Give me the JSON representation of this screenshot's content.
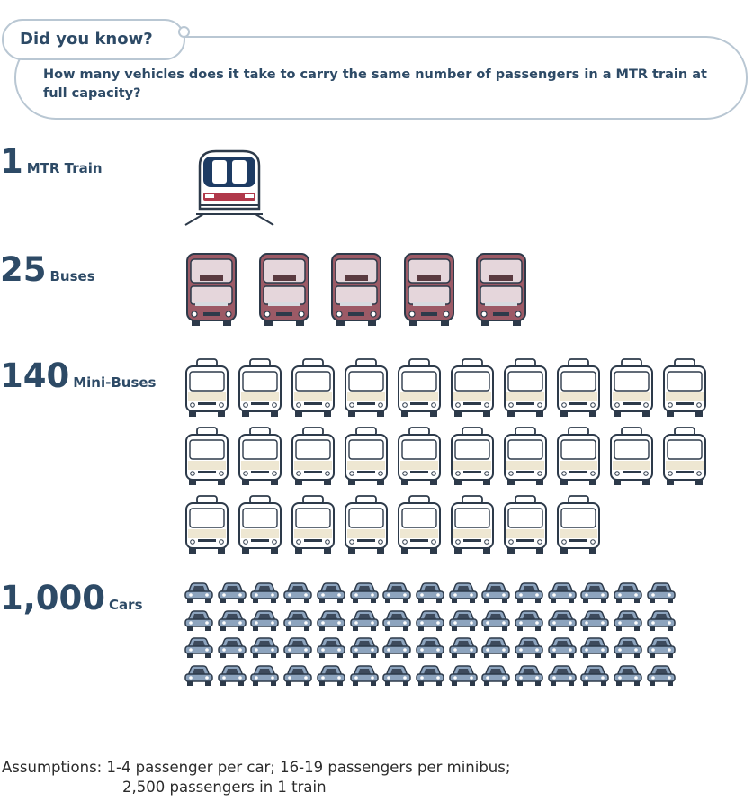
{
  "callout": {
    "tag": "Did you know?",
    "question": "How many vehicles does it take to carry the same number of passengers in a MTR train at  full capacity?"
  },
  "rows": [
    {
      "number": "1",
      "unit": "MTR Train",
      "icon": "train-icon",
      "count": 1
    },
    {
      "number": "25",
      "unit": "Buses",
      "icon": "double-decker-bus-icon",
      "count": 5
    },
    {
      "number": "140",
      "unit": "Mini-Buses",
      "icon": "minibus-icon",
      "count": 28
    },
    {
      "number": "1,000",
      "unit": "Cars",
      "icon": "car-icon",
      "count": 60
    }
  ],
  "colors": {
    "text": "#2d4a66",
    "train": "#1d3b63",
    "train_accent": "#b0384a",
    "bus": "#9c5a66",
    "bus_fill": "#e5d6db",
    "minibus_fill": "#eee7d2",
    "car": "#8da4be",
    "outline": "#2d3a4a"
  },
  "footnote": {
    "line1": "Assumptions: 1-4 passenger per car; 16-19 passengers per minibus;",
    "line2": "2,500 passengers in 1 train"
  }
}
